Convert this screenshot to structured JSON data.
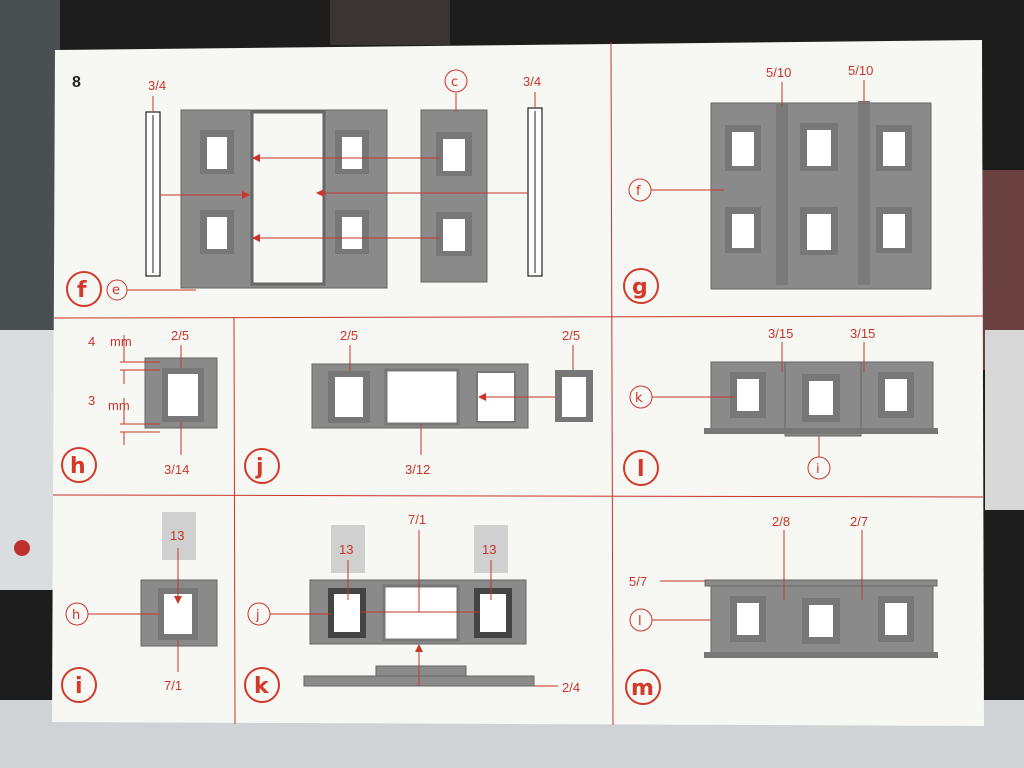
{
  "page_number": "8",
  "colors": {
    "accent": "#c9352a",
    "paper": "#f7f7f4",
    "part": "#8a8a8a"
  },
  "steps": {
    "f": {
      "letter": "f",
      "refs": {
        "top_left": "3/4",
        "top_right": "3/4",
        "c": "c",
        "e": "e"
      }
    },
    "g": {
      "letter": "g",
      "refs": {
        "a": "5/10",
        "b": "5/10",
        "f": "f"
      }
    },
    "h": {
      "letter": "h",
      "refs": {
        "top": "2/5",
        "bottom": "3/14",
        "dim1": "4",
        "dim1_unit": "mm",
        "dim2": "3",
        "dim2_unit": "mm"
      }
    },
    "j": {
      "letter": "j",
      "refs": {
        "left": "2/5",
        "right": "2/5",
        "bottom": "3/12"
      }
    },
    "l": {
      "letter": "l",
      "refs": {
        "a": "3/15",
        "b": "3/15",
        "k": "k",
        "i": "i"
      }
    },
    "i": {
      "letter": "i",
      "refs": {
        "top": "13",
        "bottom": "7/1",
        "h": "h"
      }
    },
    "k": {
      "letter": "k",
      "refs": {
        "top": "7/1",
        "left": "13",
        "right": "13",
        "bottom": "2/4",
        "j": "j"
      }
    },
    "m": {
      "letter": "m",
      "refs": {
        "a": "2/8",
        "b": "2/7",
        "side": "5/7",
        "l": "l"
      }
    }
  }
}
